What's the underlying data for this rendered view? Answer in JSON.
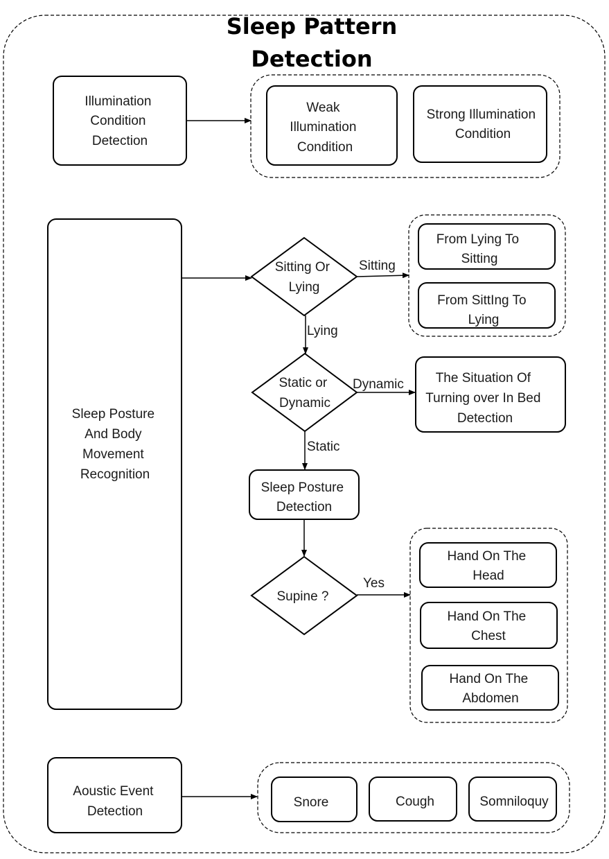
{
  "title": {
    "line1": "Sleep Pattern",
    "line2": "Detection"
  },
  "illumination": {
    "main": [
      "Illumination",
      "Condition",
      "Detection"
    ],
    "weak": [
      "Weak",
      "Illumination",
      "Condition"
    ],
    "strong": [
      "Strong Illumination",
      "Condition"
    ]
  },
  "posture": {
    "main": [
      "Sleep Posture",
      "And Body",
      "Movement",
      "Recognition"
    ],
    "sitting_or_lying": [
      "Sitting Or",
      "Lying"
    ],
    "sitting_label": "Sitting",
    "lying_label": "Lying",
    "from_lying_to_sitting": [
      "From Lying To",
      "Sitting"
    ],
    "from_sitting_to_lying": [
      "From SittIng To",
      "Lying"
    ],
    "static_or_dynamic": [
      "Static or",
      "Dynamic"
    ],
    "dynamic_label": "Dynamic",
    "static_label": "Static",
    "turning_over": [
      "The Situation Of",
      "Turning over In Bed",
      "Detection"
    ],
    "sleep_posture_detection": [
      "Sleep Posture",
      "Detection"
    ],
    "supine": "Supine ?",
    "yes_label": "Yes",
    "hand_head": [
      "Hand On The",
      "Head"
    ],
    "hand_chest": [
      "Hand On The",
      "Chest"
    ],
    "hand_abdomen": [
      "Hand On The",
      "Abdomen"
    ]
  },
  "acoustic": {
    "main": [
      "Aoustic Event",
      "Detection"
    ],
    "snore": "Snore",
    "cough": "Cough",
    "somniloquy": "Somniloquy"
  }
}
